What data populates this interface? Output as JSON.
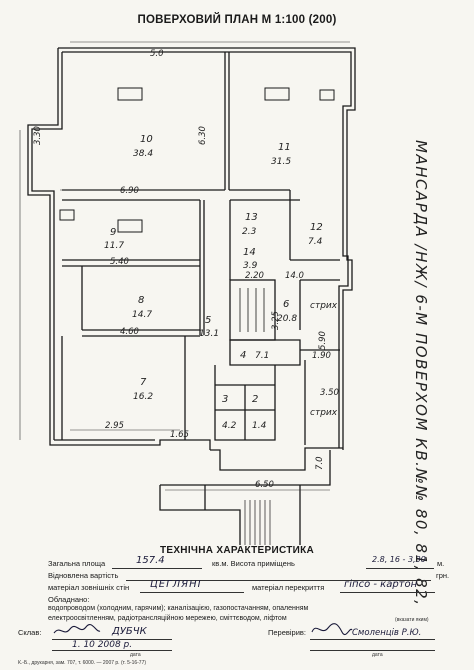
{
  "title": "ПОВЕРХОВИЙ ПЛАН М 1:100 (200)",
  "side_note": "МАНСАРДА /НЖ/ 6-М ПОВЕРХОМ КВ.№№ 80, 81, 82,",
  "tech_title": "ТЕХНІЧНА ХАРАКТЕРИСТИКА",
  "rows": {
    "area_label": "Загальна площа",
    "area_value": "157.4",
    "area_unit": "кв.м. Висота приміщень",
    "height_value": "2.8, 16 - 3,30",
    "height_unit": "м.",
    "cost_label": "Відновлена вартість",
    "cost_unit": "грн.",
    "wall_label": "матеріал зовнішніх стін",
    "wall_value": "ЦЕГЛЯНІ",
    "floor_label": "матеріал перекриття",
    "floor_value": "гіпсо - картон",
    "equipped_label": "Обладнано:",
    "equipment_1": "водопроводом (холодним, гарячим); каналізацією, газопостачанням, опаленням",
    "equipment_2": "електроосвітленням, радіотрансляційною мережею, сміттєводом, ліфтом",
    "note_hint": "(вказати яким)",
    "drafted_label": "Склав:",
    "drafted_name": "ДУБЧК",
    "drafted_date": "1. 10 2008 р.",
    "date_caption": "дата",
    "checked_label": "Перевірив:",
    "checked_name": "Смоленців Р.Ю.",
    "footer": "К.-Б., друкарня, зам. 707, т. 6000. — 2007 р. (т. 5-16-77)"
  },
  "rooms": [
    {
      "no": "10",
      "area": "38.4"
    },
    {
      "no": "11",
      "area": "31.5"
    },
    {
      "no": "9",
      "area": "11.7"
    },
    {
      "no": "8",
      "area": "14.7"
    },
    {
      "no": "7",
      "area": "16.2"
    },
    {
      "no": "5",
      "area": "13.1"
    },
    {
      "no": "6",
      "area": "20.8"
    },
    {
      "no": "4",
      "area": "7.1"
    },
    {
      "no": "3",
      "area": "4.2"
    },
    {
      "no": "2",
      "area": "1.4"
    },
    {
      "no": "12",
      "area": "7.4"
    },
    {
      "no": "13",
      "area": "2.3"
    },
    {
      "no": "14",
      "area": "3.9"
    }
  ],
  "dims": [
    "6.30",
    "5.0",
    "6.90",
    "5.40",
    "4.60",
    "2.95",
    "1.65",
    "6.50",
    "7.0",
    "2.20",
    "14.0",
    "3.30",
    "3.25",
    "5.90",
    "1.90",
    "3.50"
  ],
  "labels": {
    "strikh1": "стрих",
    "strikh2": "стрих"
  }
}
